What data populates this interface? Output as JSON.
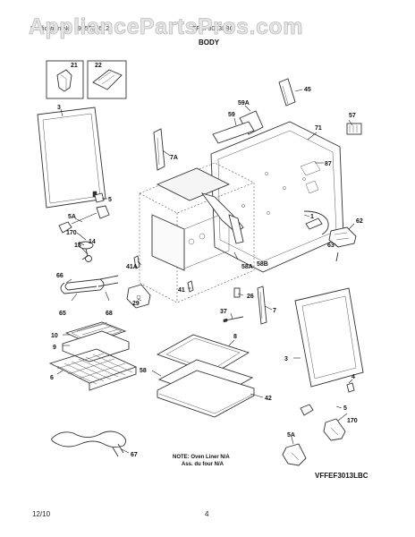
{
  "header": {
    "watermark": "AppliancePartsPros.com",
    "left_text": "Publication No. 5995537612",
    "right_text": "FFEF3013LBC",
    "section_title": "BODY"
  },
  "callouts": {
    "c21": "21",
    "c22": "22",
    "c45": "45",
    "c59A": "59A",
    "c59": "59",
    "c71": "71",
    "c57": "57",
    "c3a": "3",
    "c7A": "7A",
    "c87": "87",
    "c5a": "5",
    "c5Aa": "5A",
    "c170a": "170",
    "c14": "14",
    "c15": "15",
    "c1": "1",
    "c62": "62",
    "c63": "63",
    "c41A": "41A",
    "c58A": "58A",
    "c58B": "58B",
    "c66": "66",
    "c41": "41",
    "c29": "29",
    "c26": "26",
    "c7": "7",
    "c65": "65",
    "c68": "68",
    "c37": "37",
    "c10": "10",
    "c9": "9",
    "c6": "6",
    "c8": "8",
    "c3b": "3",
    "c58": "58",
    "c42": "42",
    "c4": "4",
    "c5b": "5",
    "c170b": "170",
    "c5Ab": "5A",
    "c67": "67"
  },
  "note": {
    "line1": "NOTE: Oven Liner N/A",
    "line2": "Ass. du four N/A"
  },
  "model_code": "VFFEF3013LBC",
  "footer": {
    "date": "12/10",
    "page": "4"
  }
}
